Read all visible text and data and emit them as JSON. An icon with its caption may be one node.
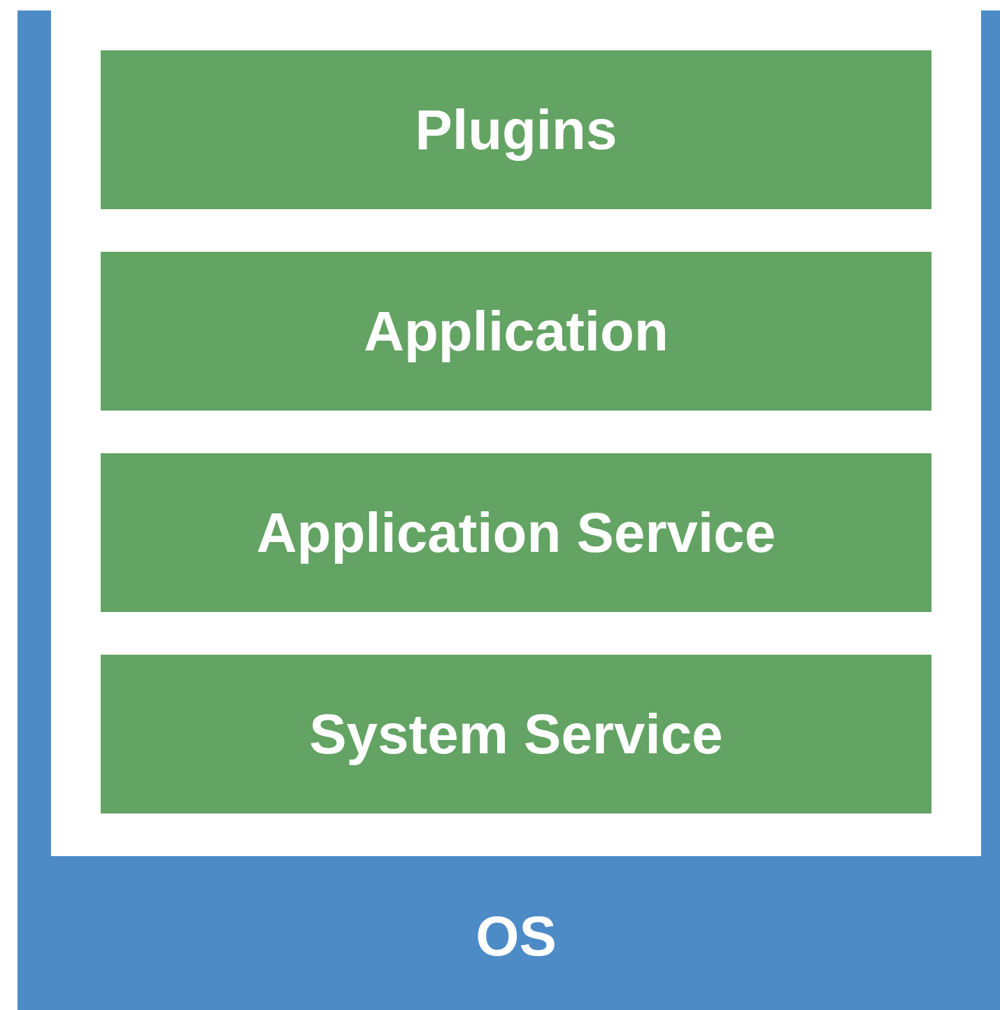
{
  "diagram": {
    "nodes": [
      {
        "text": [
          "OS"
        ]
      },
      {
        "text": [
          "Plugins"
        ],
        "in": 0
      },
      {
        "text": [
          "Application"
        ],
        "in": 0
      },
      {
        "text": [
          "Application Service"
        ],
        "in": 0
      },
      {
        "text": [
          "System Service"
        ],
        "in": 0
      }
    ]
  }
}
